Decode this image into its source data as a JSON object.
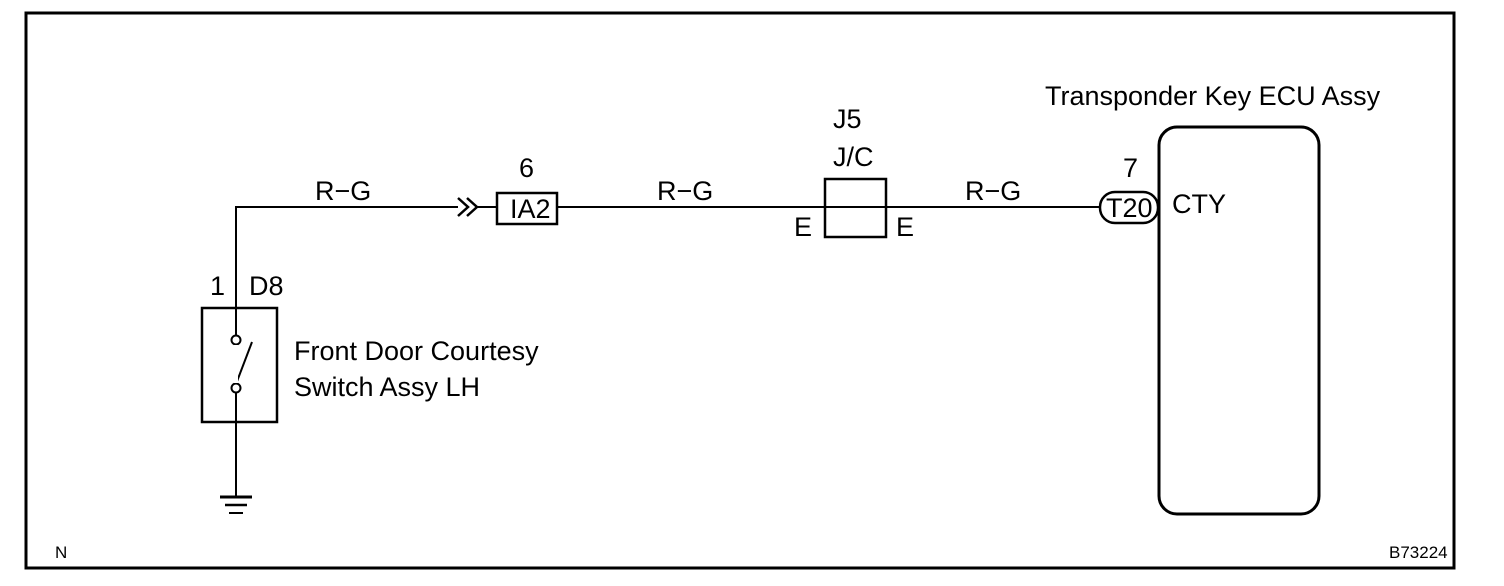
{
  "wire_labels": {
    "left": "R−G",
    "middle": "R−G",
    "right": "R−G"
  },
  "switch": {
    "pin": "1",
    "connector": "D8",
    "name_line1": "Front Door Courtesy",
    "name_line2": "Switch Assy LH"
  },
  "connector_ia2": {
    "pin": "6",
    "label": "IA2"
  },
  "junction": {
    "id": "J5",
    "type": "J/C",
    "left_terminal": "E",
    "right_terminal": "E"
  },
  "ecu": {
    "title": "Transponder Key ECU Assy",
    "pin": "7",
    "connector": "T20",
    "terminal": "CTY"
  },
  "corner_left": "N",
  "corner_right": "B73224"
}
